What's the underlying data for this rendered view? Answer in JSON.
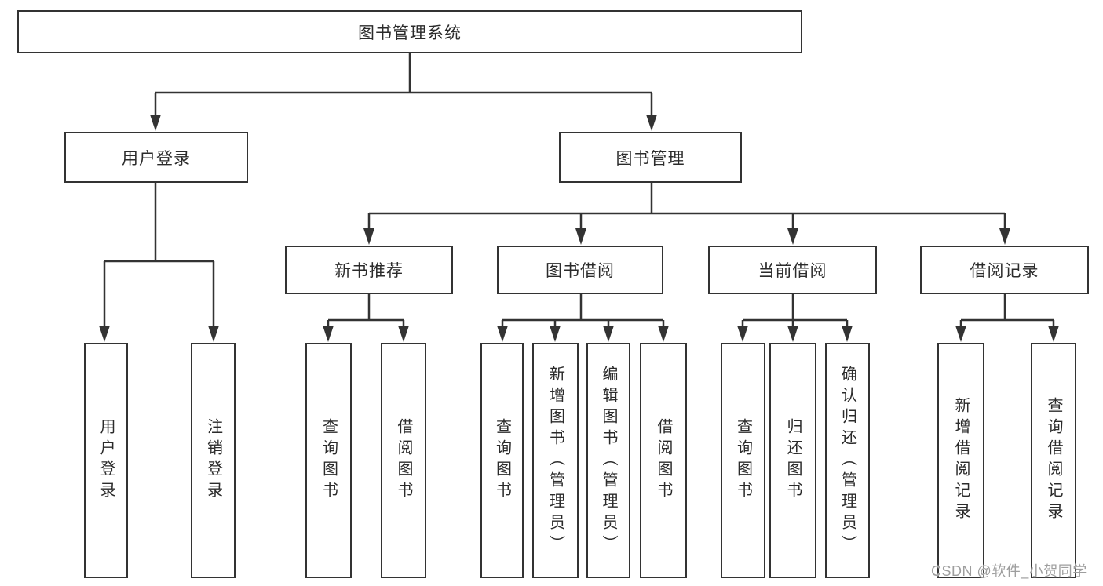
{
  "diagram": {
    "title": "图书管理系统",
    "nodes": {
      "root": "图书管理系统",
      "user_login": "用户登录",
      "book_mgmt": "图书管理",
      "new_books": "新书推荐",
      "book_borrow": "图书借阅",
      "current_borrow": "当前借阅",
      "borrow_records": "借阅记录",
      "leaf_user_login": "用户登录",
      "leaf_logout": "注销登录",
      "leaf_nb_query": "查询图书",
      "leaf_nb_borrow": "借阅图书",
      "leaf_bb_query": "查询图书",
      "leaf_bb_add": "新增图书（管理员）",
      "leaf_bb_edit": "编辑图书（管理员）",
      "leaf_bb_borrow": "借阅图书",
      "leaf_cb_query": "查询图书",
      "leaf_cb_return": "归还图书",
      "leaf_cb_confirm": "确认归还（管理员）",
      "leaf_br_add": "新增借阅记录",
      "leaf_br_query": "查询借阅记录"
    },
    "colors": {
      "line": "#333333",
      "box_fill": "#ffffff",
      "text": "#2b2b2b",
      "watermark": "#9e9e9e"
    }
  },
  "watermark": "CSDN @软件_小贺同学"
}
